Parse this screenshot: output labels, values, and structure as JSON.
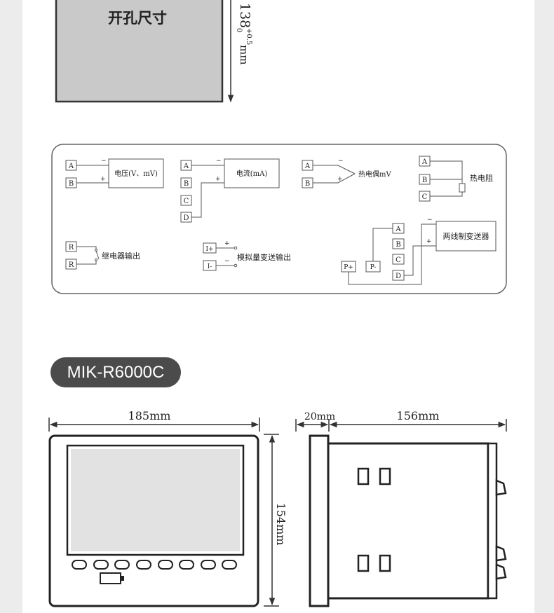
{
  "cutout": {
    "label": "开孔尺寸",
    "height_value": "138",
    "tol_upper": "+0.5",
    "tol_lower": "0",
    "unit": "mm"
  },
  "wiring": {
    "voltage_label": "电压(V、mV)",
    "current_label": "电流(mA)",
    "thermocouple_label": "热电偶mV",
    "rtd_label": "热电阻",
    "relay_label": "继电器输出",
    "analog_label": "模拟量变送输出",
    "transmitter_label": "两线制变送器",
    "terminals": {
      "a": "A",
      "b": "B",
      "c": "C",
      "d": "D",
      "r": "R",
      "i_plus": "I+",
      "i_minus": "I-",
      "p_plus": "P+",
      "p_minus": "P-"
    },
    "signs": {
      "minus": "−",
      "plus": "+"
    }
  },
  "model": {
    "name": "MIK-R6000C"
  },
  "dimensions": {
    "front_width": "185mm",
    "front_height": "154mm",
    "side_bezel_depth": "20mm",
    "side_body_depth": "156mm"
  }
}
